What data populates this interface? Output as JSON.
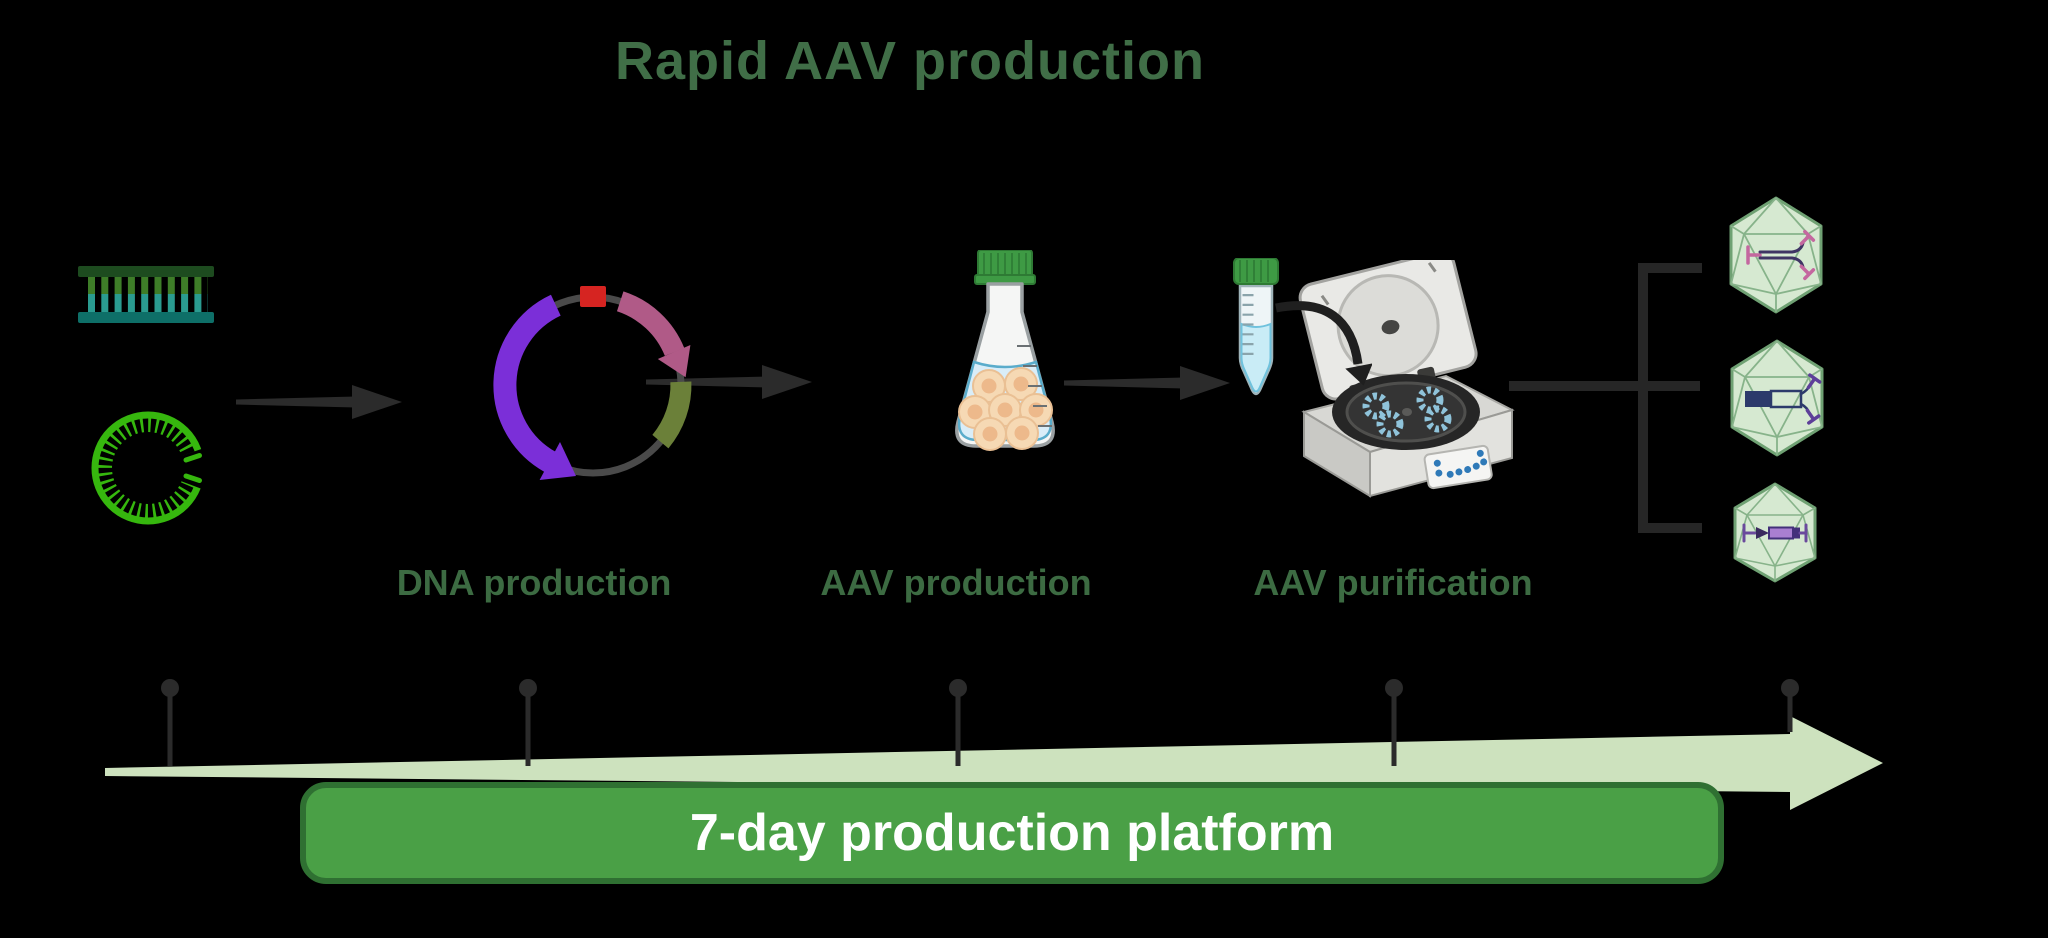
{
  "title": "Rapid AAV production",
  "stages": [
    {
      "id": "dna-production",
      "label": "DNA production"
    },
    {
      "id": "aav-production",
      "label": "AAV production"
    },
    {
      "id": "aav-purification",
      "label": "AAV purification"
    }
  ],
  "inputs": {
    "icons": [
      "linear-dna-icon",
      "plasmid-circle-icon"
    ]
  },
  "process_icons": [
    "plasmid-map-icon",
    "culture-flask-icon",
    "falcon-tube-icon",
    "centrifuge-icon"
  ],
  "outputs": {
    "icons": [
      "aav-capsid-ssdna-icon",
      "aav-capsid-gene-icon",
      "aav-capsid-cassette-icon"
    ]
  },
  "timeline": {
    "marker_count": 5,
    "banner_label": "7-day production platform"
  },
  "colors": {
    "background": "#000000",
    "title_green": "#406e47",
    "label_green": "#3c6b42",
    "banner_fill": "#4aa046",
    "banner_border": "#2f7032",
    "timeline_wedge": "#cde2be",
    "arrow_dark": "#2b2b2b",
    "capsid_fill": "#d6e9d1",
    "capsid_stroke": "#6fa173",
    "plasmid_purple": "#7b2fd8",
    "plasmid_pink": "#b05a87",
    "plasmid_olive": "#6b8039",
    "plasmid_red": "#d62421",
    "ring_green": "#36b70e",
    "cap_green": "#3e9a44",
    "liquid_blue": "#d9edf8",
    "cell_tan": "#f6d9b4"
  }
}
